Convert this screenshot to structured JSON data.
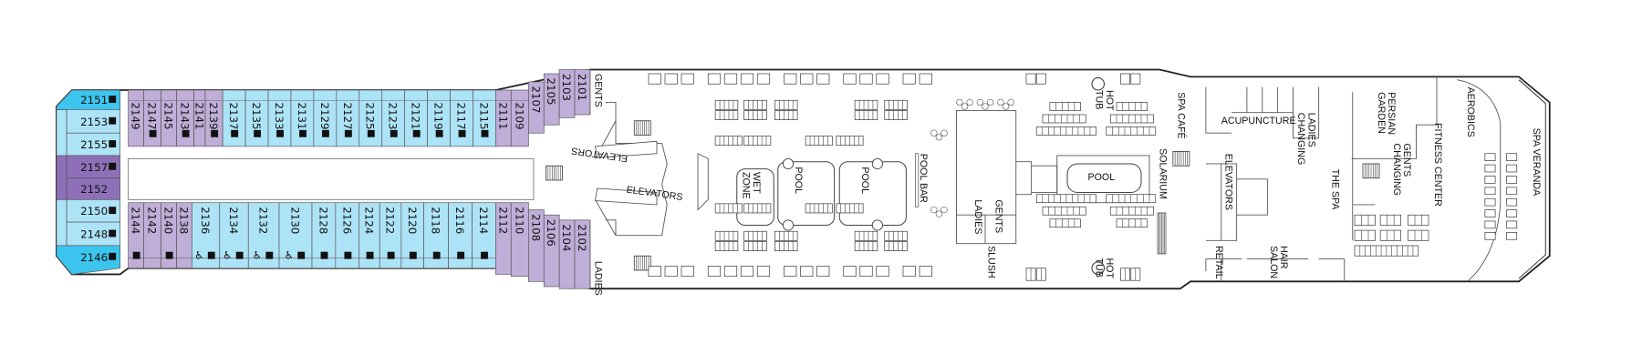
{
  "colors": {
    "standard": "#ade3f7",
    "premium": "#3cc5ee",
    "suite": "#bfaed8",
    "suite_dark": "#8d70b8",
    "hull": "#222222"
  },
  "cabins": {
    "aft_block": [
      {
        "number": "2151",
        "category": "premium",
        "marker": true
      },
      {
        "number": "2153",
        "category": "standard",
        "marker": true
      },
      {
        "number": "2155",
        "category": "standard",
        "marker": true
      },
      {
        "number": "2157",
        "category": "suite_dark",
        "marker": true
      },
      {
        "number": "2152",
        "category": "suite_dark",
        "marker": false
      },
      {
        "number": "2150",
        "category": "standard",
        "marker": true
      },
      {
        "number": "2148",
        "category": "standard",
        "marker": true
      },
      {
        "number": "2146",
        "category": "premium",
        "marker": true
      }
    ],
    "port_row": [
      {
        "number": "2149",
        "category": "suite",
        "marker": false
      },
      {
        "number": "2147",
        "category": "suite",
        "marker": true
      },
      {
        "number": "2145",
        "category": "suite",
        "marker": false
      },
      {
        "number": "2143",
        "category": "suite",
        "marker": true
      },
      {
        "number": "2141",
        "category": "suite",
        "marker": false
      },
      {
        "number": "2139",
        "category": "suite",
        "marker": true
      },
      {
        "number": "2137",
        "category": "standard",
        "marker": true
      },
      {
        "number": "2135",
        "category": "standard",
        "marker": true
      },
      {
        "number": "2133",
        "category": "standard",
        "marker": true
      },
      {
        "number": "2131",
        "category": "standard",
        "marker": true
      },
      {
        "number": "2129",
        "category": "standard",
        "marker": true
      },
      {
        "number": "2127",
        "category": "standard",
        "marker": true
      },
      {
        "number": "2125",
        "category": "standard",
        "marker": true
      },
      {
        "number": "2123",
        "category": "standard",
        "marker": true
      },
      {
        "number": "2121",
        "category": "standard",
        "marker": true
      },
      {
        "number": "2119",
        "category": "standard",
        "marker": true
      },
      {
        "number": "2117",
        "category": "standard",
        "marker": true
      },
      {
        "number": "2115",
        "category": "standard",
        "marker": true
      },
      {
        "number": "2111",
        "category": "suite",
        "marker": false
      },
      {
        "number": "2109",
        "category": "suite",
        "marker": false
      },
      {
        "number": "2107",
        "category": "suite",
        "marker": false
      },
      {
        "number": "2105",
        "category": "suite",
        "marker": false
      },
      {
        "number": "2103",
        "category": "suite",
        "marker": false
      },
      {
        "number": "2101",
        "category": "suite",
        "marker": false
      }
    ],
    "starboard_row": [
      {
        "number": "2144",
        "category": "suite",
        "marker": true,
        "accessible": false
      },
      {
        "number": "2142",
        "category": "suite",
        "marker": false,
        "accessible": false
      },
      {
        "number": "2140",
        "category": "suite",
        "marker": true,
        "accessible": false
      },
      {
        "number": "2138",
        "category": "suite",
        "marker": false,
        "accessible": false
      },
      {
        "number": "2136",
        "category": "standard",
        "marker": true,
        "accessible": true
      },
      {
        "number": "2134",
        "category": "standard",
        "marker": true,
        "accessible": true
      },
      {
        "number": "2132",
        "category": "standard",
        "marker": true,
        "accessible": true
      },
      {
        "number": "2130",
        "category": "standard",
        "marker": true,
        "accessible": true
      },
      {
        "number": "2128",
        "category": "standard",
        "marker": true,
        "accessible": false
      },
      {
        "number": "2126",
        "category": "standard",
        "marker": true,
        "accessible": false
      },
      {
        "number": "2124",
        "category": "standard",
        "marker": true,
        "accessible": false
      },
      {
        "number": "2122",
        "category": "standard",
        "marker": true,
        "accessible": false
      },
      {
        "number": "2120",
        "category": "standard",
        "marker": true,
        "accessible": false
      },
      {
        "number": "2118",
        "category": "standard",
        "marker": true,
        "accessible": false
      },
      {
        "number": "2116",
        "category": "standard",
        "marker": true,
        "accessible": false
      },
      {
        "number": "2114",
        "category": "standard",
        "marker": true,
        "accessible": false
      },
      {
        "number": "2112",
        "category": "suite",
        "marker": false,
        "accessible": false
      },
      {
        "number": "2110",
        "category": "suite",
        "marker": false,
        "accessible": false
      },
      {
        "number": "2108",
        "category": "suite",
        "marker": false,
        "accessible": false
      },
      {
        "number": "2106",
        "category": "suite",
        "marker": false,
        "accessible": false
      },
      {
        "number": "2104",
        "category": "suite",
        "marker": false,
        "accessible": false
      },
      {
        "number": "2102",
        "category": "suite",
        "marker": false,
        "accessible": false
      }
    ]
  },
  "labels": [
    {
      "lines": [
        "GENTS"
      ]
    },
    {
      "lines": [
        "LADIES"
      ]
    },
    {
      "lines": [
        "ELEVATORS"
      ]
    },
    {
      "lines": [
        "ELEVATORS"
      ]
    },
    {
      "lines": [
        "WET",
        "ZONE"
      ]
    },
    {
      "lines": [
        "POOL"
      ]
    },
    {
      "lines": [
        "POOL"
      ]
    },
    {
      "lines": [
        "POOL BAR"
      ]
    },
    {
      "lines": [
        "LADIES"
      ]
    },
    {
      "lines": [
        "GENTS"
      ]
    },
    {
      "lines": [
        "SLUSH"
      ]
    },
    {
      "lines": [
        "HOT",
        "TUB"
      ]
    },
    {
      "lines": [
        "HOT",
        "TUB"
      ]
    },
    {
      "lines": [
        "POOL"
      ]
    },
    {
      "lines": [
        "SPA CAFÉ"
      ]
    },
    {
      "lines": [
        "SOLARIUM"
      ]
    },
    {
      "lines": [
        "ACUPUNCTURE"
      ]
    },
    {
      "lines": [
        "LADIES",
        "CHANGING"
      ]
    },
    {
      "lines": [
        "ELEVATORS"
      ]
    },
    {
      "lines": [
        "THE SPA"
      ]
    },
    {
      "lines": [
        "RETAIL"
      ]
    },
    {
      "lines": [
        "HAIR",
        "SALON"
      ]
    },
    {
      "lines": [
        "PERSIAN",
        "GARDEN"
      ]
    },
    {
      "lines": [
        "GENTS",
        "CHANGING"
      ]
    },
    {
      "lines": [
        "FITNESS CENTER"
      ]
    },
    {
      "lines": [
        "AEROBICS"
      ]
    },
    {
      "lines": [
        "SPA VERANDA"
      ]
    }
  ]
}
